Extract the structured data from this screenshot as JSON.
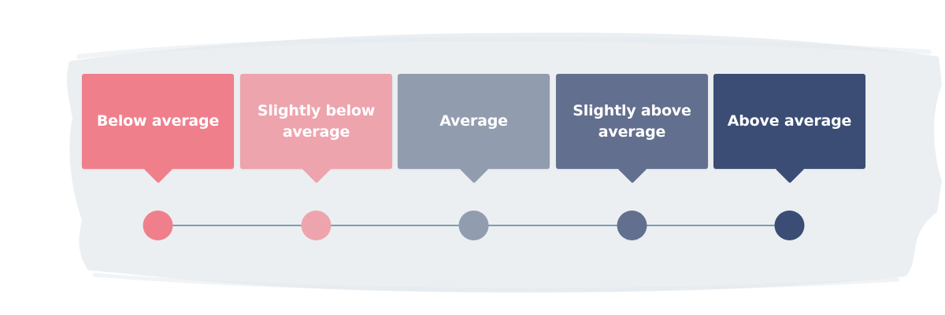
{
  "scale": {
    "levels": [
      {
        "label": "Below average",
        "color": "#f07f8c"
      },
      {
        "label": "Slightly below\naverage",
        "color": "#eea4ad"
      },
      {
        "label": "Average",
        "color": "#919cae"
      },
      {
        "label": "Slightly above\naverage",
        "color": "#636f8e"
      },
      {
        "label": "Above average",
        "color": "#3b4d74"
      }
    ],
    "line_color": "#7d9db1",
    "background_color": "#e4eaee"
  }
}
